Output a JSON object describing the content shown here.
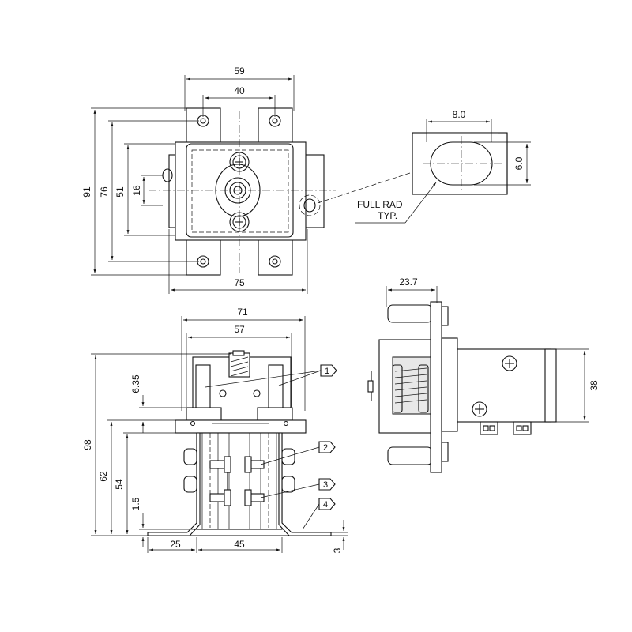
{
  "dims": {
    "top_width_outer": "59",
    "top_width_inner": "40",
    "top_h_91": "91",
    "top_h_76": "76",
    "top_h_51": "51",
    "top_h_16": "16",
    "top_w_75": "75",
    "detail_w": "8.0",
    "detail_h": "6.0",
    "front_w_71": "71",
    "front_w_57": "57",
    "front_h_98": "98",
    "front_h_62": "62",
    "front_h_54": "54",
    "front_h_635": "6.35",
    "front_h_15": "1.5",
    "front_w_25": "25",
    "front_w_45": "45",
    "front_t_3": "3",
    "side_w_237": "23.7",
    "side_h_38": "38"
  },
  "notes": {
    "full_rad_line1": "FULL RAD",
    "full_rad_line2": "TYP."
  },
  "callouts": [
    "1",
    "2",
    "3",
    "4"
  ]
}
